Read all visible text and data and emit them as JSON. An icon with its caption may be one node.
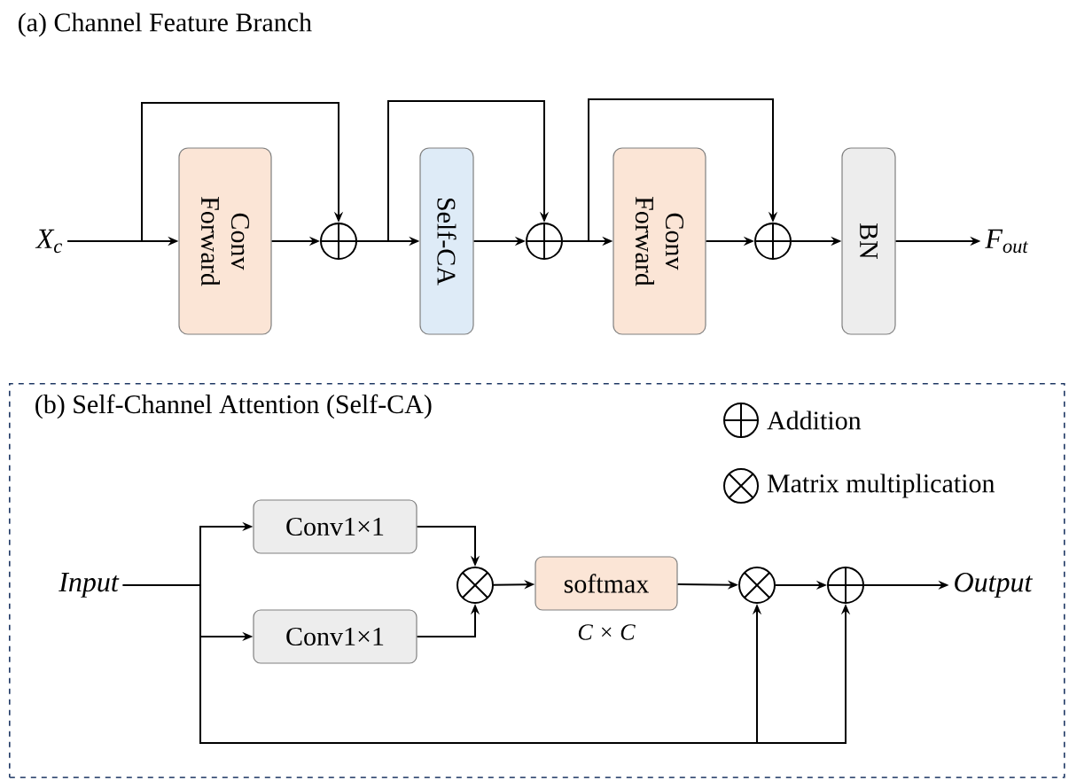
{
  "diagram": {
    "title": "(a) Channel Feature Branch",
    "nodes": [
      {
        "text": [
          "X$_{c}$"
        ]
      },
      {
        "text": [
          "Conv Forward"
        ]
      },
      {
        "text": [],
        "shape": "circle"
      },
      {
        "text": [
          "Self-CA"
        ]
      },
      {
        "text": [],
        "shape": "circle"
      },
      {
        "text": [
          "Conv Forward"
        ]
      },
      {
        "text": [],
        "shape": "circle"
      },
      {
        "text": [
          "BN"
        ]
      },
      {
        "text": [
          "F$_{out}$"
        ]
      },
      {
        "text": [
          "(b) Self-Channel Attention (Self-CA)"
        ]
      },
      {
        "text": [
          "Input"
        ],
        "in": 9
      },
      {
        "text": [
          "Conv1×1"
        ],
        "in": 9
      },
      {
        "text": [
          "Conv1×1"
        ],
        "in": 9
      },
      {
        "text": [],
        "shape": "circle",
        "in": 9
      },
      {
        "text": [
          "softmax"
        ],
        "beside": [
          "C × C"
        ],
        "in": 9
      },
      {
        "text": [],
        "shape": "circle",
        "in": 9
      },
      {
        "text": [],
        "shape": "circle",
        "in": 9
      },
      {
        "text": [
          "Output"
        ],
        "in": 9
      }
    ],
    "edges": [
      {
        "from": 0,
        "to": 1,
        "arrow": "to"
      },
      {
        "from": 0,
        "to": 2,
        "arrow": "to"
      },
      {
        "from": 1,
        "to": 2,
        "arrow": "to"
      },
      {
        "from": 2,
        "to": 3,
        "arrow": "to"
      },
      {
        "from": 2,
        "to": 4,
        "arrow": "to"
      },
      {
        "from": 3,
        "to": 4,
        "arrow": "to"
      },
      {
        "from": 4,
        "to": 5,
        "arrow": "to"
      },
      {
        "from": 4,
        "to": 6,
        "arrow": "to"
      },
      {
        "from": 5,
        "to": 6,
        "arrow": "to"
      },
      {
        "from": 6,
        "to": 7,
        "arrow": "to"
      },
      {
        "from": 7,
        "to": 8,
        "arrow": "to"
      },
      {
        "from": 10,
        "to": 11,
        "arrow": "to"
      },
      {
        "from": 10,
        "to": 12,
        "arrow": "to"
      },
      {
        "from": 11,
        "to": 13,
        "arrow": "to"
      },
      {
        "from": 12,
        "to": 13,
        "arrow": "to"
      },
      {
        "from": 13,
        "to": 14,
        "arrow": "to"
      },
      {
        "from": 14,
        "to": 15,
        "arrow": "to"
      },
      {
        "from": 15,
        "to": 16,
        "arrow": "to"
      },
      {
        "from": 16,
        "to": 17,
        "arrow": "to"
      },
      {
        "from": 10,
        "to": 15,
        "arrow": "to"
      },
      {
        "from": 10,
        "to": 16,
        "arrow": "to"
      }
    ],
    "legend": [
      {
        "text": "Addition"
      },
      {
        "text": "Matrix multiplication"
      }
    ]
  }
}
